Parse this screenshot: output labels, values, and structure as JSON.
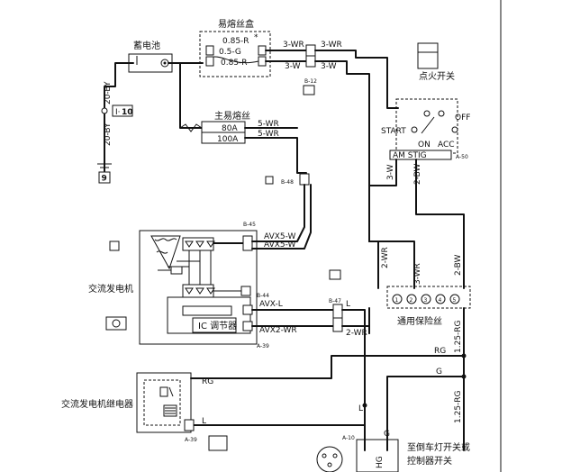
{
  "components": {
    "battery": "蓄电池",
    "fusible_link_box": "易熔丝盒",
    "main_fusible_link": "主易熔丝",
    "ignition_switch": "点火开关",
    "alternator": "交流发电机",
    "ic_regulator": "IC 调节器",
    "general_fuse": "通用保险丝",
    "alternator_relay": "交流发电机继电器",
    "backup_lamp_switch_line1": "至倒车灯开关或",
    "backup_lamp_switch_line2": "控制器开关"
  },
  "fuse_labels": {
    "fl1": "0.85-R",
    "fl1_mark": "*",
    "fl2": "0.5-G",
    "fl3": "0.85-R",
    "main_80a": "80A",
    "main_100a": "100A"
  },
  "ignition": {
    "start": "START",
    "on": "ON",
    "acc": "ACC",
    "off": "OFF",
    "terminals": "AM STIG",
    "connector": "A-50"
  },
  "wires": {
    "w_3wr_a": "3-WR",
    "w_3wr_b": "3-WR",
    "w_3w_a": "3-W",
    "w_3w_b": "3-W",
    "w_5wr_a": "5-WR",
    "w_5wr_b": "5-WR",
    "w_20by_a": "20-BY",
    "w_20by_b": "20-BY",
    "w_3w_v": "3-W",
    "w_2bw_v": "2-BW",
    "w_2wr_v": "2-WR",
    "w_3wr_v": "3-WR",
    "w_2bw_v2": "2-BW",
    "w_125rg_a": "1.25-RG",
    "w_avx5w_a": "AVX5-W",
    "w_avx5w_b": "AVX5-W",
    "w_avxl": "AVX-L",
    "w_avx2wr": "AVX2-WR",
    "w_l_a": "L",
    "w_2wr_h": "2-WR",
    "w_rg_h": "RG",
    "w_g_h": "G",
    "w_rg_relay": "RG",
    "w_l_relay": "L",
    "w_125rg_b": "1.25-RG",
    "w_l_b": "L",
    "w_g_v": "G",
    "w_hg": "HG"
  },
  "connectors": {
    "b12": "B-12",
    "b48": "B-48",
    "b45": "B-45",
    "b44": "B-44",
    "b47": "B-47",
    "a39_a": "A-39",
    "a39_b": "A-39",
    "a10": "A-10"
  },
  "codes": {
    "ten": "10",
    "nine": "9",
    "ground_mark": "I·"
  },
  "fuse_numbers": [
    "1",
    "2",
    "3",
    "4",
    "5"
  ]
}
